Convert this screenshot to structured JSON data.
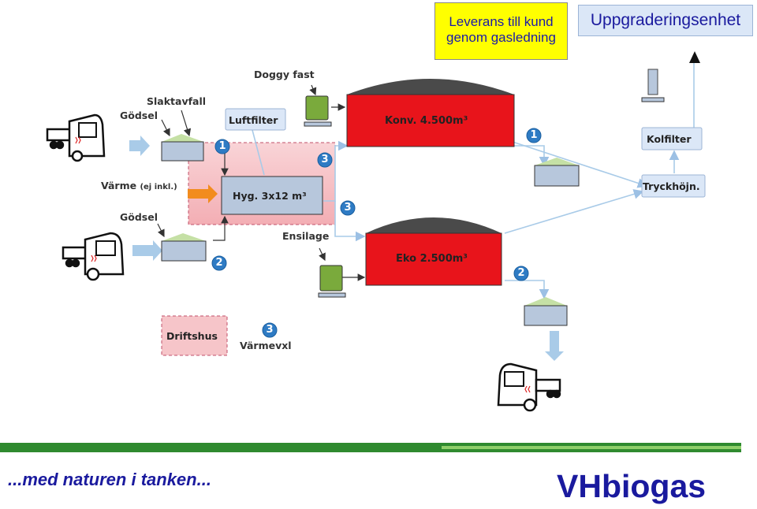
{
  "callouts": {
    "delivery_line1": "Leverans till kund",
    "delivery_line2": "genom gasledning",
    "upgrade": "Uppgraderingsenhet"
  },
  "diagram": {
    "labels": {
      "doggy": "Doggy fast",
      "slaktavfall": "Slaktavfall",
      "godsel_top": "Gödsel",
      "godsel_bottom": "Gödsel",
      "varme": "Värme",
      "ej_inkl": "(ej inkl.)",
      "ensilage": "Ensilage",
      "varmevxl": "Värmevxl"
    },
    "boxes": {
      "luftfilter": "Luftfilter",
      "hyg": "Hyg. 3x12 m³",
      "kolfilter": "Kolfilter",
      "tryckhojn": "Tryckhöjn.",
      "driftshus": "Driftshus"
    },
    "tanks": {
      "konv": "Konv. 4.500m³",
      "eko": "Eko 2.500m³"
    },
    "numbers": {
      "n1_hyg": "1",
      "n3_hyg": "3",
      "n3_ensilage": "3",
      "n2_godsel": "2",
      "n1_konv": "1",
      "n2_eko": "2",
      "n3_legend": "3"
    }
  },
  "footer": {
    "slogan": "...med naturen i tanken...",
    "brand": "VHbiogas"
  },
  "colors": {
    "tank_red": "#e8141b",
    "tank_dome": "#4a4a4a",
    "box_fill": "#b7c7dc",
    "arrow_blue": "#a9cbe8",
    "heat_arrow": "#f28c1e",
    "hyg_area": "#f6c5c9",
    "pile_green": "#c5e0a5",
    "number_blue": "#2e7bc4",
    "brand_blue": "#1a1a9e",
    "callout_yellow": "#ffff00"
  },
  "icons": [
    "truck-icon",
    "pump-icon",
    "number-badge-icon",
    "arrow-icon"
  ]
}
